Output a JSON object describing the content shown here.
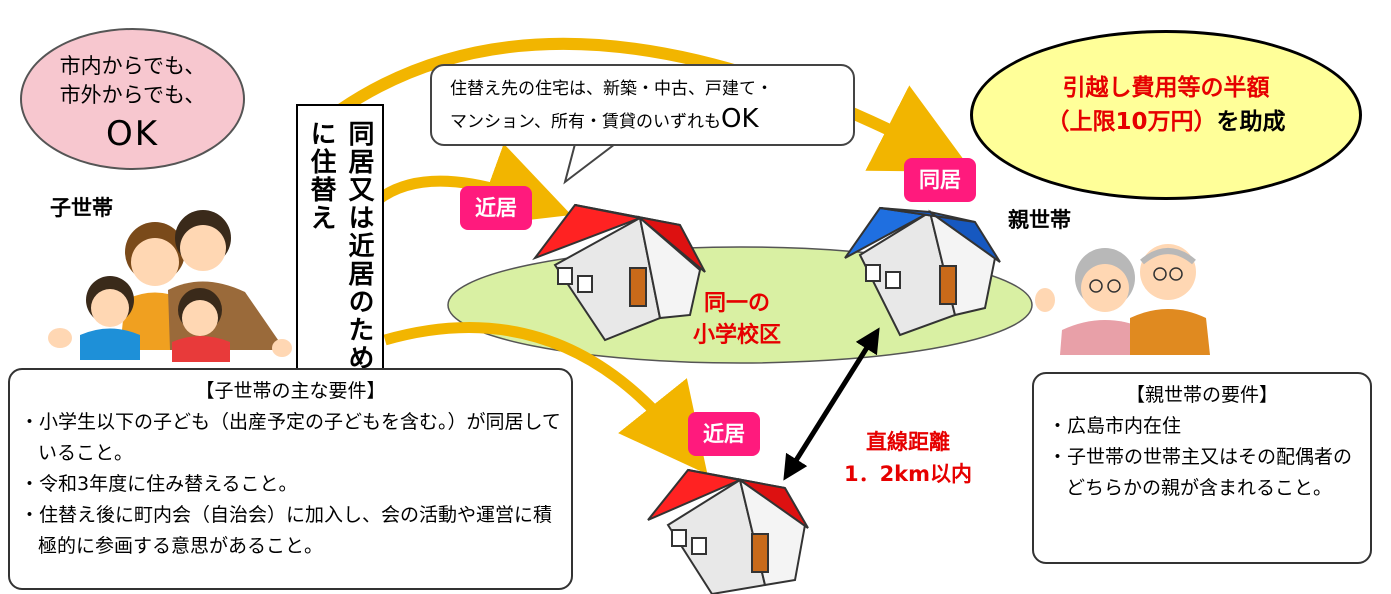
{
  "bubble": {
    "line1": "市内からでも、",
    "line2": "市外からでも、",
    "ok": "OK"
  },
  "vertical_label": {
    "col1": "同居又は近居のため",
    "col2": "に住替え"
  },
  "speech": {
    "line1": "住替え先の住宅は、新築・中古、戸建て・",
    "line2_pre": "マンション、所有・賃貸のいずれも",
    "line2_ok": "OK"
  },
  "subsidy": {
    "line1": "引越し費用等の半額",
    "line2_red": "（上限10万円）",
    "line2_black": "を助成"
  },
  "child_household_label": "子世帯",
  "parent_household_label": "親世帯",
  "tags": {
    "kinkyo_top": "近居",
    "doukyo": "同居",
    "kinkyo_bottom": "近居"
  },
  "school_area": {
    "line1": "同一の",
    "line2": "小学校区"
  },
  "distance": {
    "line1": "直線距離",
    "line2": "1．2km以内"
  },
  "child_requirements": {
    "title": "【子世帯の主な要件】",
    "items": [
      "・小学生以下の子ども（出産予定の子どもを含む。）が同居していること。",
      "・令和3年度に住み替えること。",
      "・住替え後に町内会（自治会）に加入し、会の活動や運営に積極的に参画する意思があること。"
    ]
  },
  "parent_requirements": {
    "title": "【親世帯の要件】",
    "items": [
      "・広島市内在住",
      "・子世帯の世帯主又はその配偶者のどちらかの親が含まれること。"
    ]
  },
  "colors": {
    "tag": "#ff1a7d",
    "red_text": "#e60000",
    "ellipse_green": "#d9f0a3",
    "roof_red": "#ff2222",
    "roof_blue": "#1f6fe0",
    "arrow_gold": "#f2b500",
    "bubble_pink": "#f7c7cf",
    "yellow": "#ffff99"
  }
}
